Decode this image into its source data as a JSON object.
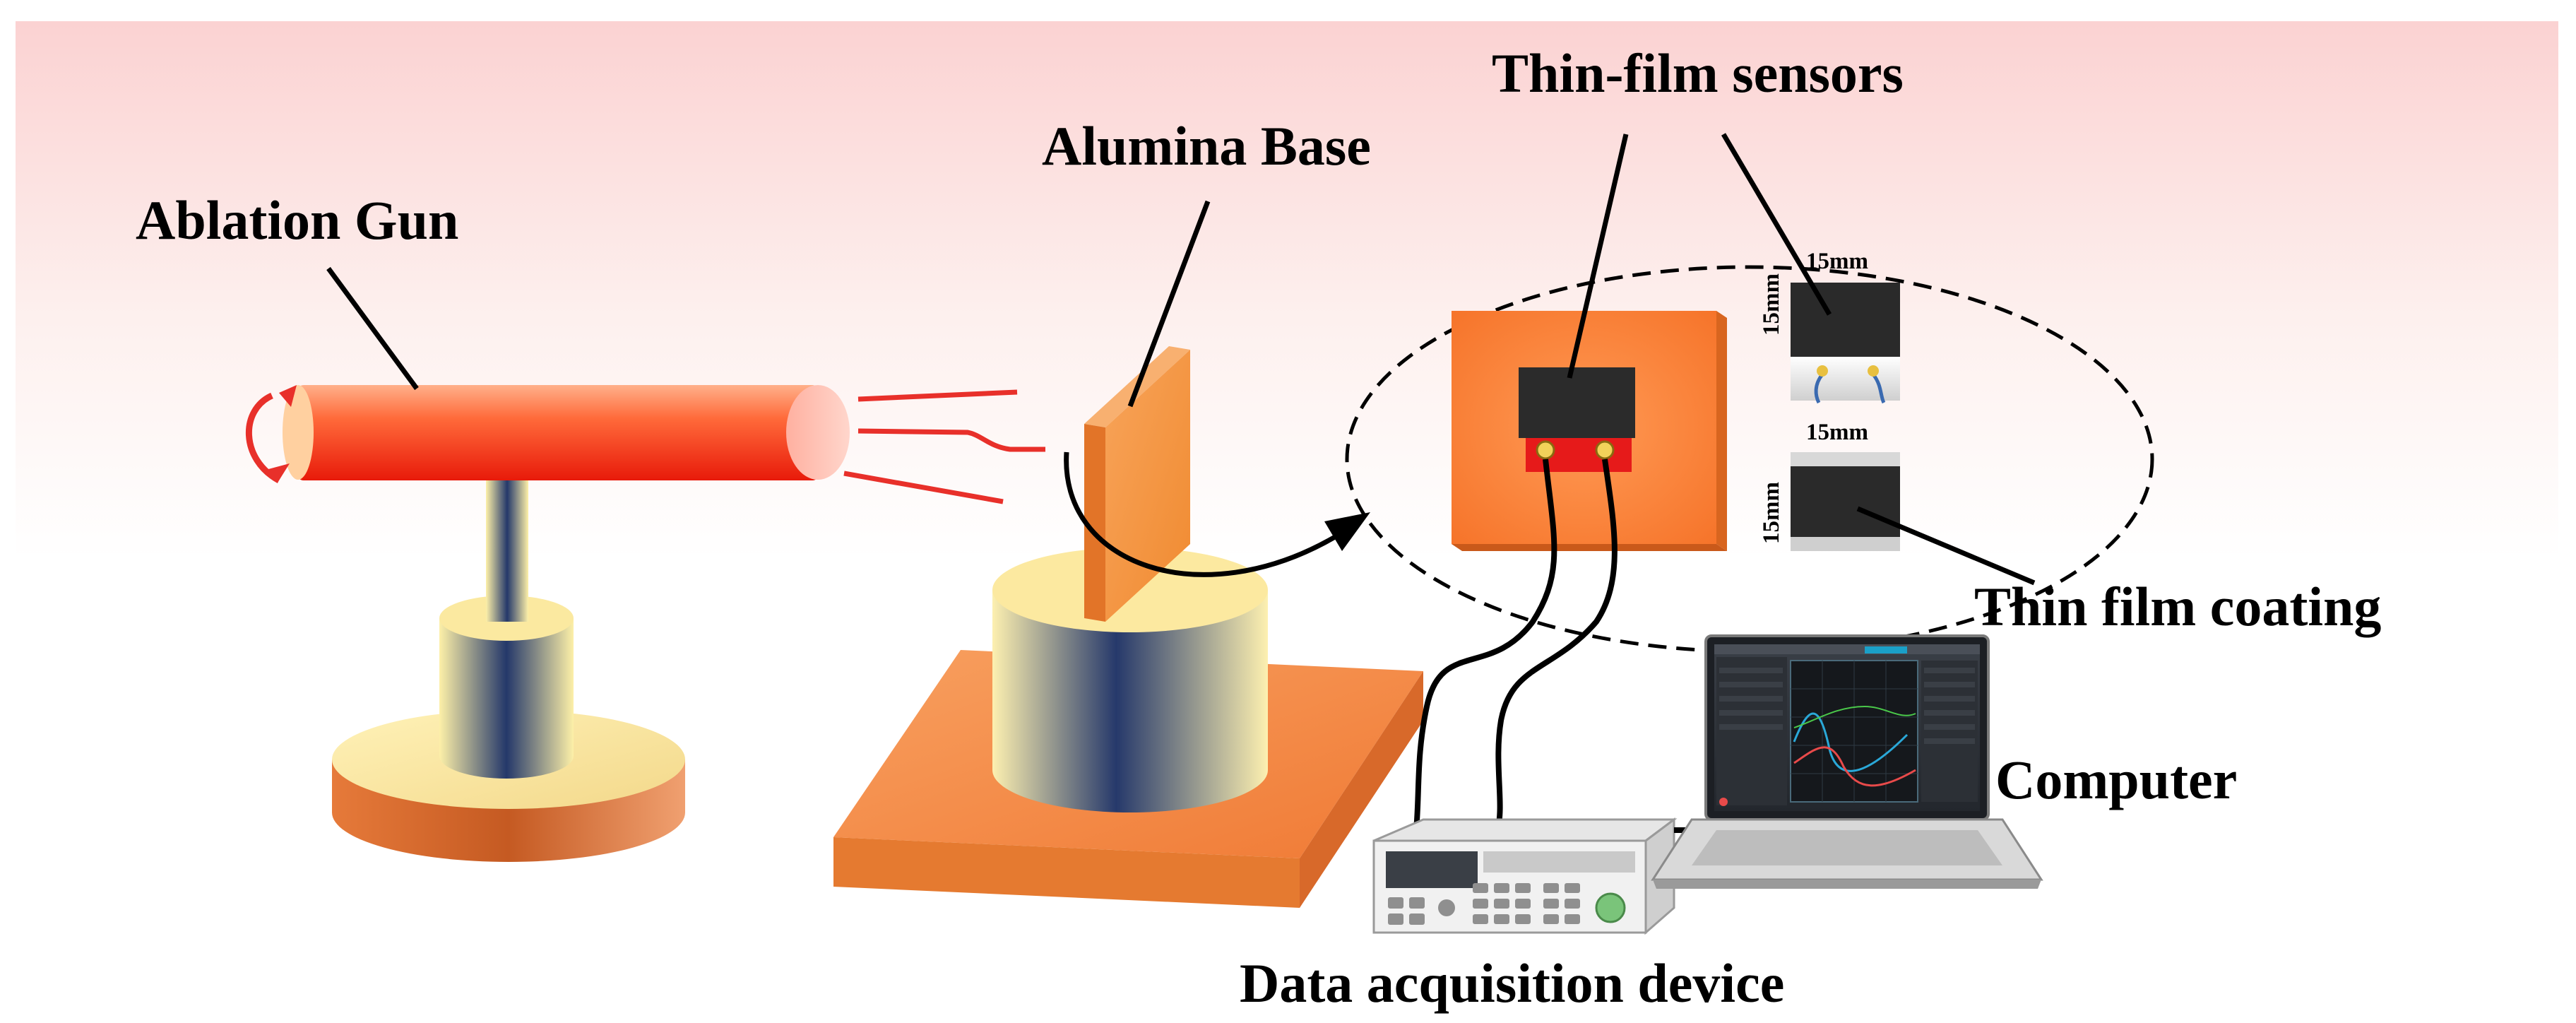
{
  "labels": {
    "ablation_gun": "Ablation Gun",
    "alumina_base": "Alumina Base",
    "thin_film_sensors": "Thin-film sensors",
    "thin_film_coating": "Thin film coating",
    "computer": "Computer",
    "data_acquisition_device": "Data acquisition device"
  },
  "dimensions": {
    "top_width": "15mm",
    "top_height": "15mm",
    "bottom_width": "15mm",
    "bottom_height": "15mm"
  },
  "colors": {
    "background_top": "#fbd3d3",
    "gun_red": "#f4361c",
    "gun_orange": "#ff8a5a",
    "spray_red": "#e8302a",
    "cylinder_blue": "#2b3d6e",
    "cylinder_yellow": "#fdf1b0",
    "plate_orange": "#f59a4a",
    "sensor_dark": "#2a2a2a"
  }
}
